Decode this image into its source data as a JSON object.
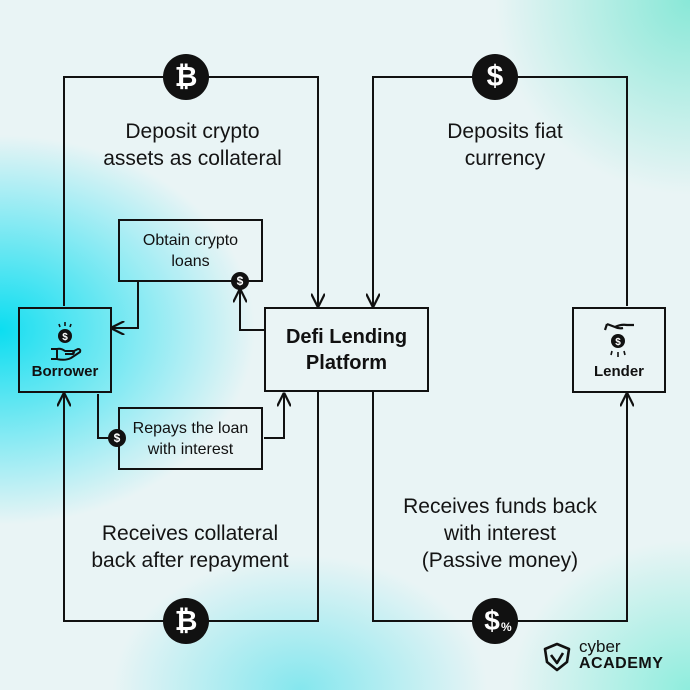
{
  "nodes": {
    "platform": "Defi Lending\nPlatform",
    "borrower": "Borrower",
    "lender": "Lender",
    "obtain_loans": "Obtain crypto\nloans",
    "repays_loan": "Repays the loan\nwith interest"
  },
  "labels": {
    "deposit_crypto": "Deposit crypto\nassets as collateral",
    "deposits_fiat": "Deposits fiat\ncurrency",
    "receives_collateral": "Receives collateral\nback after repayment",
    "receives_funds": "Receives funds back\nwith interest\n(Passive money)"
  },
  "icons": {
    "top_left": "bitcoin-icon",
    "top_right": "dollar-icon",
    "bottom_left": "bitcoin-icon",
    "bottom_right": "dollar-percent-icon"
  },
  "brand": {
    "line1": "cyber",
    "line2": "ACADEMY"
  },
  "colors": {
    "ink": "#111111",
    "accent_cyan": "#00dcf0",
    "accent_mint": "#78e6d2"
  }
}
